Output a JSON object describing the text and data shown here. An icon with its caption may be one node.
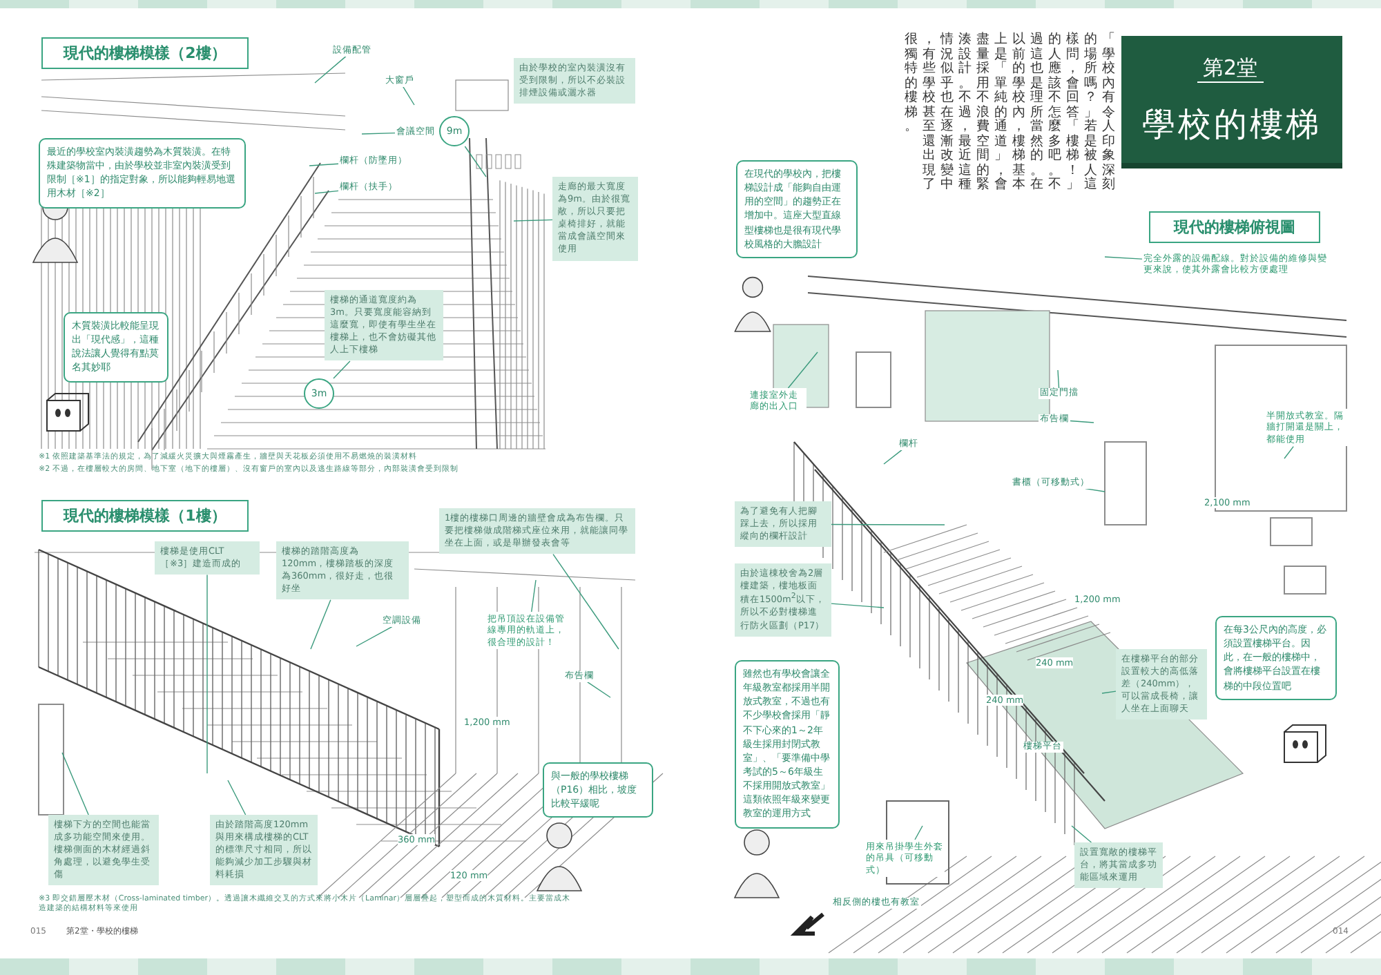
{
  "diagram": {
    "nodes": [
      {
        "text": [
          "現代的樓梯模樣（2樓）"
        ]
      },
      {
        "text": [
          "設備配管"
        ]
      },
      {
        "text": [
          "大窗戶"
        ]
      },
      {
        "text": [
          "9m"
        ]
      },
      {
        "text": [
          "會議空間"
        ]
      },
      {
        "text": [
          "欄杆（防墜用）"
        ]
      },
      {
        "text": [
          "欄杆（扶手）"
        ]
      },
      {
        "text": [
          "由於學校的室內裝潢沒有受到限制，所以不必裝設排煙設備或灑水器"
        ]
      },
      {
        "text": [
          "最近的學校室內裝潢趨勢為木質裝潢。在特殊建築物當中，由於學校並非室內裝潢受到限制［※1］的指定對象，所以能夠輕易地選用木材［※2］"
        ]
      },
      {
        "text": [
          "走廊的最大寬度為9m。由於很寬敞，所以只要把桌椅排好，就能當成會議空間來使用"
        ]
      },
      {
        "text": [
          "樓梯的通道寬度約為3m。只要寬度能容納到這麼寬，即使有學生坐在樓梯上，也不會妨礙其他人上下樓梯"
        ]
      },
      {
        "text": [
          "3m"
        ]
      },
      {
        "text": [
          "木質裝潢比較能呈現出「現代感」，這種說法讓人覺得有點莫名其妙耶"
        ]
      },
      {
        "text": [
          "現代的樓梯模樣（1樓）"
        ]
      },
      {
        "text": [
          "樓梯是使用CLT［※3］建造而成的"
        ]
      },
      {
        "text": [
          "樓梯的踏階高度為120mm，樓梯踏板的深度為360mm，很好走，也很好坐"
        ]
      },
      {
        "text": [
          "1樓的樓梯口周邊的牆壁會成為布告欄。只要把樓梯做成階梯式座位來用，就能讓同學坐在上面，或是舉辦發表會等"
        ]
      },
      {
        "text": [
          "空調設備"
        ]
      },
      {
        "text": [
          "把吊頂設在設備管線專用的軌道上，很合理的設計！"
        ]
      },
      {
        "text": [
          "布告欄"
        ]
      },
      {
        "text": [
          "樓梯下方的空間也能當成多功能空間來使用。樓梯側面的木材經過斜角處理，以避免學生受傷"
        ]
      },
      {
        "text": [
          "由於踏階高度120mm與用來構成樓梯的CLT的標準尺寸相同，所以能夠減少加工步驟與材料耗損"
        ]
      },
      {
        "text": [
          "與一般的學校樓梯（P16）相比，坡度比較平緩呢"
        ]
      },
      {
        "text": [
          "第2堂",
          "學校的樓梯"
        ]
      },
      {
        "text": [
          "在現代的學校內，把樓梯設計成「能夠自由運用的空間」的趨勢正在增加中。這座大型直線型樓梯也是很有現代學校風格的大膽設計"
        ]
      },
      {
        "text": [
          "現代的樓梯俯視圖"
        ]
      },
      {
        "text": [
          "完全外露的設備配線。對於設備的維修與變更來說，使其外露會比較方便處理"
        ]
      },
      {
        "text": [
          "連接室外走廊的出入口"
        ]
      },
      {
        "text": [
          "固定門擋"
        ]
      },
      {
        "text": [
          "布告欄"
        ]
      },
      {
        "text": [
          "欄杆"
        ]
      },
      {
        "text": [
          "書櫃（可移動式）"
        ]
      },
      {
        "text": [
          "半開放式教室。隔牆打開還是關上，都能使用"
        ]
      },
      {
        "text": [
          "為了避免有人把腳踩上去，所以採用縱向的欄杆設計"
        ]
      },
      {
        "text": [
          "由於這棟校舍為2層樓建築，樓地板面積在1500m$^{2}$以下，所以不必對樓梯進行防火區劃（P17）"
        ]
      },
      {
        "text": [
          "在樓梯平台的部分設置較大的高低落差（240mm），可以當成長椅，讓人坐在上面聊天"
        ]
      },
      {
        "text": [
          "在每3公尺內的高度，必須設置樓梯平台。因此，在一般的樓梯中，會將樓梯平台設置在樓梯的中段位置吧"
        ]
      },
      {
        "text": [
          "樓梯平台"
        ]
      },
      {
        "text": [
          "雖然也有學校會讓全年級教室都採用半開放式教室，不過也有不少學校會採用「靜不下心來的1～2年級生採用封閉式教室」、「要準備中學考試的5～6年級生不採用開放式教室」這類依照年級來變更教室的運用方式"
        ]
      },
      {
        "text": [
          "用來吊掛學生外套的吊具（可移動式）"
        ]
      },
      {
        "text": [
          "設置寬敞的樓梯平台，將其當成多功能區域來運用"
        ]
      },
      {
        "text": [
          "相反側的樓也有教室"
        ]
      }
    ],
    "edges": [
      {
        "from": 1,
        "to": null,
        "arrow": "none"
      },
      {
        "from": 2,
        "to": null,
        "arrow": "none"
      },
      {
        "from": 4,
        "to": null,
        "arrow": "none"
      },
      {
        "from": 3,
        "to": null,
        "arrow": "none"
      },
      {
        "from": 5,
        "to": null,
        "arrow": "none"
      },
      {
        "from": 6,
        "to": null,
        "arrow": "none"
      },
      {
        "from": 9,
        "to": null,
        "arrow": "none"
      },
      {
        "from": 10,
        "to": 11,
        "arrow": "none"
      },
      {
        "from": 14,
        "to": null,
        "arrow": "none"
      },
      {
        "from": 15,
        "to": null,
        "arrow": "none"
      },
      {
        "from": 16,
        "to": null,
        "arrow": "none"
      },
      {
        "from": 17,
        "to": null,
        "arrow": "none"
      },
      {
        "from": 18,
        "to": null,
        "arrow": "none"
      },
      {
        "from": 19,
        "to": null,
        "arrow": "none"
      },
      {
        "from": 20,
        "to": null,
        "arrow": "none"
      },
      {
        "from": 21,
        "to": null,
        "arrow": "none"
      },
      {
        "from": 26,
        "to": null,
        "arrow": "none"
      },
      {
        "from": 27,
        "to": null,
        "arrow": "none"
      },
      {
        "from": 28,
        "to": null,
        "arrow": "none"
      },
      {
        "from": 29,
        "to": null,
        "arrow": "none"
      },
      {
        "from": 30,
        "to": null,
        "arrow": "none"
      },
      {
        "from": 31,
        "to": null,
        "arrow": "none"
      },
      {
        "from": 32,
        "to": null,
        "arrow": "none"
      },
      {
        "from": 33,
        "to": null,
        "arrow": "none"
      },
      {
        "from": 34,
        "to": null,
        "arrow": "none"
      },
      {
        "from": 35,
        "to": null,
        "arrow": "none"
      },
      {
        "from": 39,
        "to": null,
        "arrow": "none"
      },
      {
        "from": 40,
        "to": null,
        "arrow": "none"
      }
    ],
    "labels": [
      "※1 依照建築基準法的規定，為了減緩火災擴大與煙霧產生，牆壁與天花板必須使用不易燃燒的裝潢材料",
      "※2 不過，在樓層較大的房間、地下室（地下的樓層）、沒有窗戶的室內以及逃生路線等部分，內部裝潢會受到限制",
      "1,200 mm",
      "360 mm",
      "120 mm",
      "※3 即交錯層壓木材（Cross-laminated timber）。透過讓木纖維交叉的方式來將小木片（Laminar）層層疊起，塑型而成的木質材料。主要當成木造建築的結構材料等來使用",
      "015",
      "第2堂・學校的樓梯",
      "「學校內有令人印象深刻的場所嗎？」若是被人這樣問，會回答「樓梯！」的人應該不怎麼多吧。不過這也是理所當然的。在以前的學校內，樓梯基本上是「單純的通道」，會盡量採用不浪費空間的緊湊設計。不過，最近這種情況似乎也在逐漸改變中，有些學校甚至還出現了很獨特的樓梯。",
      "2,100 mm",
      "1,200 mm",
      "240 mm",
      "240 mm",
      "014"
    ]
  }
}
